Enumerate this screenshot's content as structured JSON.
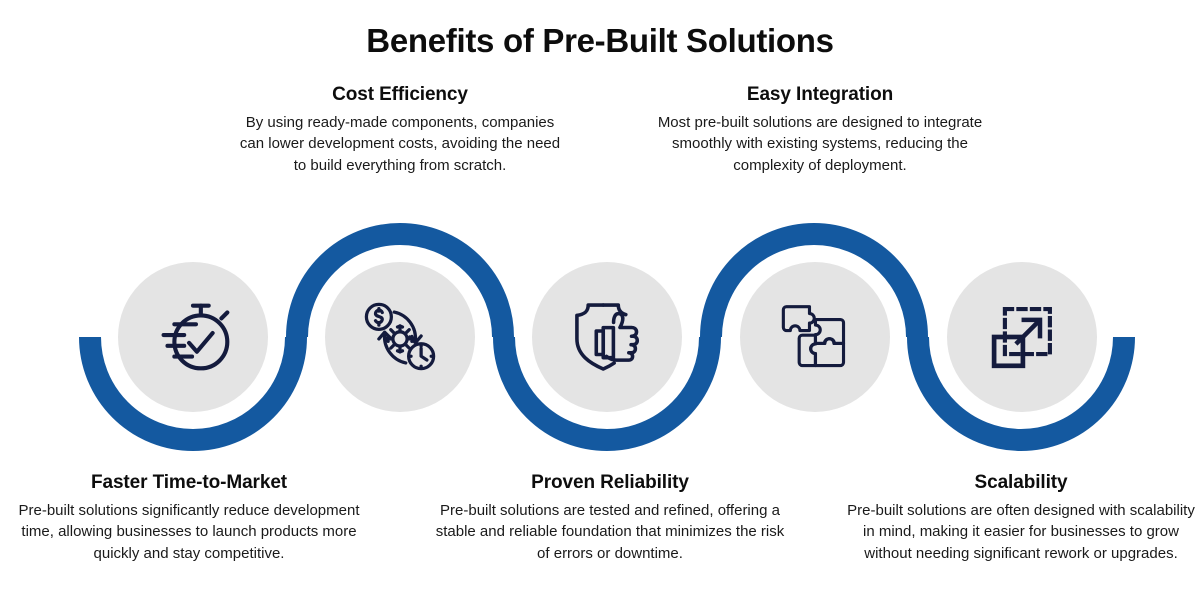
{
  "meta": {
    "title": "Benefits of Pre-Built Solutions",
    "colors": {
      "accent_blue": "#1459A0",
      "circle_gray": "#E4E4E4",
      "icon_navy": "#141B3D",
      "background": "#FFFFFF",
      "text": "#111111"
    }
  },
  "nodes": [
    {
      "id": "faster-time-to-market",
      "icon": "stopwatch-speed-check-icon",
      "position": "bottom",
      "title": "Faster Time-to-Market",
      "body": "Pre-built solutions significantly reduce development time, allowing businesses to launch products more quickly and stay competitive."
    },
    {
      "id": "cost-efficiency",
      "icon": "money-gear-clock-cycle-icon",
      "position": "top",
      "title": "Cost Efficiency",
      "body": "By using ready-made components, companies can lower development costs, avoiding the need to build everything from scratch."
    },
    {
      "id": "proven-reliability",
      "icon": "shield-thumbs-up-icon",
      "position": "bottom",
      "title": "Proven Reliability",
      "body": "Pre-built solutions are tested and refined, offering a stable and reliable foundation that minimizes the risk of errors or downtime."
    },
    {
      "id": "easy-integration",
      "icon": "puzzle-pieces-icon",
      "position": "top",
      "title": "Easy Integration",
      "body": "Most pre-built solutions are designed to integrate smoothly with existing systems, reducing the complexity of deployment."
    },
    {
      "id": "scalability",
      "icon": "expand-scale-arrow-icon",
      "position": "bottom",
      "title": "Scalability",
      "body": "Pre-built solutions are often designed with scalability in mind, making it easier for businesses to grow without needing significant rework or upgrades."
    }
  ]
}
